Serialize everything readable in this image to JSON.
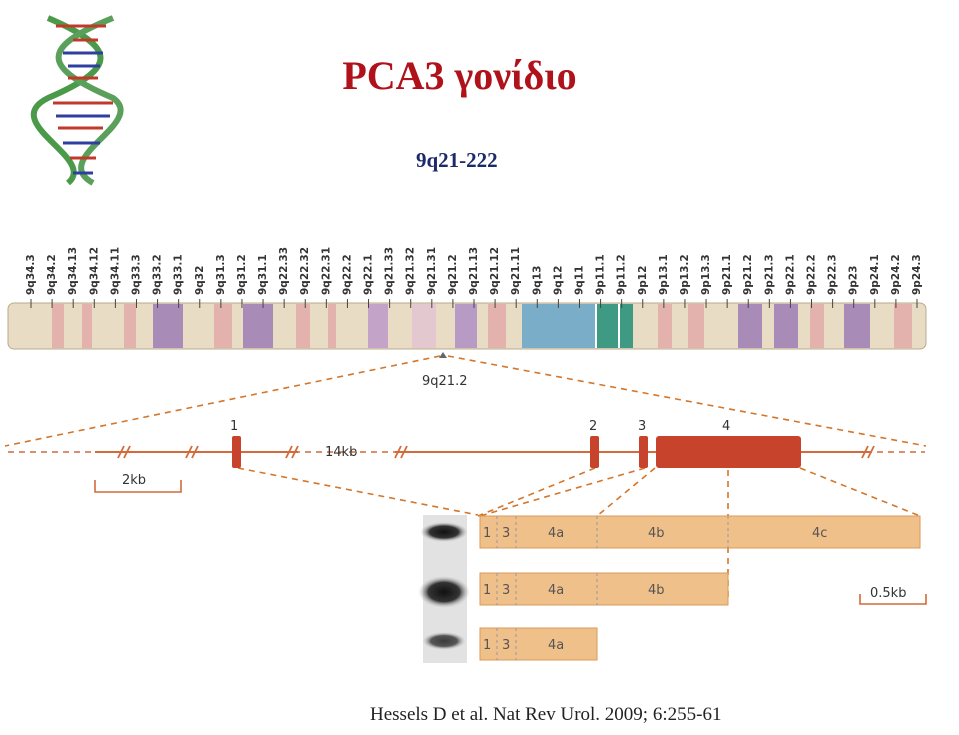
{
  "title": "PCA3 γονίδιο",
  "locus": "9q21-222",
  "citation": "Hessels D et al. Nat Rev Urol. 2009; 6:255-61",
  "chromosome": {
    "bands": [
      "9q34.3",
      "9q34.2",
      "9q34.13",
      "9q34.12",
      "9q34.11",
      "9q33.3",
      "9q33.2",
      "9q33.1",
      "9q32",
      "9q31.3",
      "9q31.2",
      "9q31.1",
      "9q22.33",
      "9q22.32",
      "9q22.31",
      "9q22.2",
      "9q22.1",
      "9q21.33",
      "9q21.32",
      "9q21.31",
      "9q21.2",
      "9q21.13",
      "9q21.12",
      "9q21.11",
      "9q13",
      "9q12",
      "9q11",
      "9p11.1",
      "9p11.2",
      "9p12",
      "9p13.1",
      "9p13.2",
      "9p13.3",
      "9p21.1",
      "9p21.2",
      "9p21.3",
      "9p22.1",
      "9p22.2",
      "9p22.3",
      "9p23",
      "9p24.1",
      "9p24.2",
      "9p24.3"
    ],
    "zoom_band": "9q21.2"
  },
  "gene": {
    "exons": [
      "1",
      "2",
      "3",
      "4"
    ],
    "intron_label": "14kb",
    "scale_bar": "2kb"
  },
  "transcripts": {
    "scale_bar": "0.5kb",
    "rows": [
      {
        "segments": [
          "1",
          "3",
          "4a",
          "4b",
          "4c"
        ]
      },
      {
        "segments": [
          "1",
          "3",
          "4a",
          "4b"
        ]
      },
      {
        "segments": [
          "1",
          "3",
          "4a"
        ]
      }
    ]
  },
  "colors": {
    "title": "#b0121b",
    "subtitle": "#1c2a6b",
    "exon": "#c8432b",
    "transcript": "#f0c08a",
    "chromosome": "#e8dcc4"
  }
}
